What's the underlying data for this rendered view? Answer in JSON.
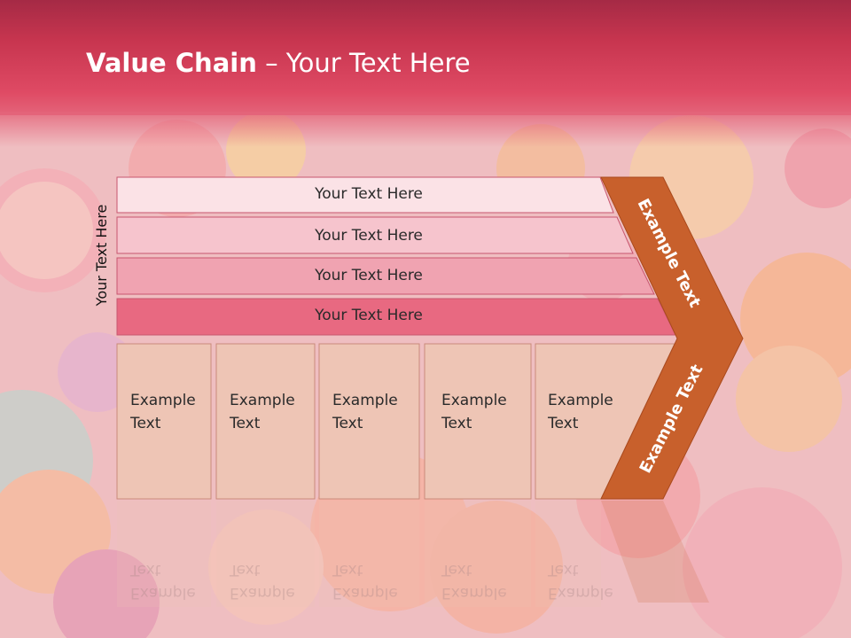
{
  "slide": {
    "title_bold": "Value Chain",
    "title_rest": " – Your Text Here",
    "side_label": "Your Text Here",
    "rows": [
      {
        "label": "Your Text Here",
        "color": "#fbe2e6"
      },
      {
        "label": "Your Text Here",
        "color": "#f6c4cd"
      },
      {
        "label": "Your Text Here",
        "color": "#f0a3b1"
      },
      {
        "label": "Your Text Here",
        "color": "#e86981"
      }
    ],
    "boxes": [
      {
        "line1": "Example",
        "line2": "Text"
      },
      {
        "line1": "Example",
        "line2": "Text"
      },
      {
        "line1": "Example",
        "line2": "Text"
      },
      {
        "line1": "Example",
        "line2": "Text"
      },
      {
        "line1": "Example",
        "line2": "Text"
      }
    ],
    "arrow_top_label": "Example Text",
    "arrow_bottom_label": "Example Text",
    "colors": {
      "arrow": "#c8602c",
      "box": "#eec5b5",
      "header": "#d63c58"
    }
  }
}
